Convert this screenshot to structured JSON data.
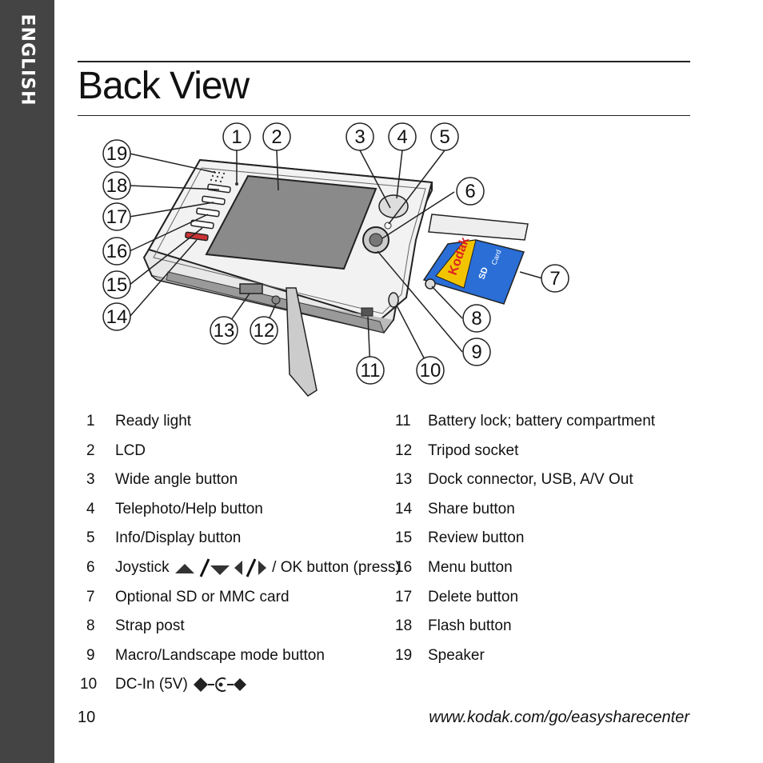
{
  "side_tab": {
    "label": "ENGLISH"
  },
  "title": "Back View",
  "callouts": [
    "1",
    "2",
    "3",
    "4",
    "5",
    "6",
    "7",
    "8",
    "9",
    "10",
    "11",
    "12",
    "13",
    "14",
    "15",
    "16",
    "17",
    "18",
    "19"
  ],
  "card": {
    "brand": "Kodak",
    "type": "SD",
    "word": "Card"
  },
  "items_left": [
    {
      "num": "1",
      "label": "Ready light"
    },
    {
      "num": "2",
      "label": "LCD"
    },
    {
      "num": "3",
      "label": "Wide angle button"
    },
    {
      "num": "4",
      "label": "Telephoto/Help button"
    },
    {
      "num": "5",
      "label": "Info/Display button"
    },
    {
      "num": "6",
      "label_a": "Joystick",
      "label_b": "/ OK button (press)"
    },
    {
      "num": "7",
      "label": "Optional SD or MMC card"
    },
    {
      "num": "8",
      "label": "Strap post"
    },
    {
      "num": "9",
      "label": "Macro/Landscape mode button"
    },
    {
      "num": "10",
      "label": "DC-In (5V)"
    }
  ],
  "items_right": [
    {
      "num": "11",
      "label": "Battery lock; battery compartment"
    },
    {
      "num": "12",
      "label": "Tripod socket"
    },
    {
      "num": "13",
      "label": "Dock connector, USB, A/V Out"
    },
    {
      "num": "14",
      "label": "Share button"
    },
    {
      "num": "15",
      "label": "Review button"
    },
    {
      "num": "16",
      "label": "Menu button"
    },
    {
      "num": "17",
      "label": "Delete button"
    },
    {
      "num": "18",
      "label": "Flash button"
    },
    {
      "num": "19",
      "label": "Speaker"
    }
  ],
  "footer": {
    "page_number": "10",
    "url": "www.kodak.com/go/easysharecenter"
  }
}
